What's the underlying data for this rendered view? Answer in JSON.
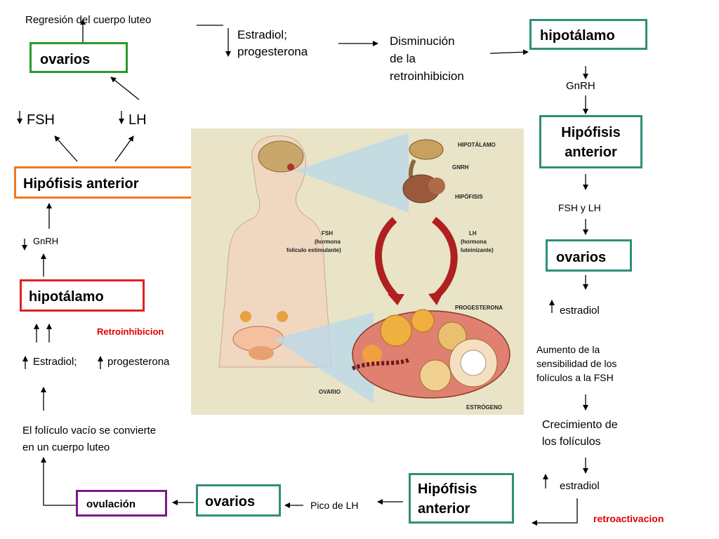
{
  "top": {
    "regresion": "Regresión del cuerpo luteo",
    "estradiol_prog": "Estradiol;\nprogesterona",
    "disminucion": "Disminución\nde la\nretroinhibicion"
  },
  "left": {
    "ovarios": "ovarios",
    "fsh": "FSH",
    "lh": "LH",
    "hipofisis": "Hipófisis anterior",
    "gnrh": "GnRH",
    "hipotalamo": "hipotálamo",
    "retroinhibicion": "Retroinhibicion",
    "estradiol": "Estradiol;",
    "progesterona": "progesterona",
    "foliculo": "El folículo vacío se convierte\nen un cuerpo luteo"
  },
  "right": {
    "hipotalamo": "hipotálamo",
    "gnrh": "GnRH",
    "hipofisis": "Hipófisis\nanterior",
    "fsh_lh": "FSH y LH",
    "ovarios": "ovarios",
    "estradiol": "estradiol",
    "aumento": "Aumento de la\nsensibilidad de los\nfolículos a la FSH",
    "crecimiento": "Crecimiento de\nlos folículos",
    "estradiol2": "estradiol",
    "retroactivacion": "retroactivacion"
  },
  "bottom": {
    "hipofisis": "Hipófisis\nanterior",
    "pico": "Pico de LH",
    "ovarios": "ovarios",
    "ovulacion": "ovulación"
  },
  "illustration": {
    "hipotalamo": "HIPOTÁLAMO",
    "gnrh": "GNRH",
    "hipofisis": "HIPÓFISIS",
    "fsh": "FSH",
    "fsh_sub1": "(hormona",
    "fsh_sub2": "folículo estimulante)",
    "lh": "LH",
    "lh_sub1": "(hormona",
    "lh_sub2": "luteinizante)",
    "progesterona": "PROGESTERONA",
    "ovario": "OVARIO",
    "estrogeno": "ESTRÓGENO"
  },
  "colors": {
    "green": "#2a9a2a",
    "teal": "#2e8f7a",
    "orange": "#f07820",
    "red": "#e02020",
    "purple": "#7a1a8a",
    "accent_red": "#e00000"
  }
}
